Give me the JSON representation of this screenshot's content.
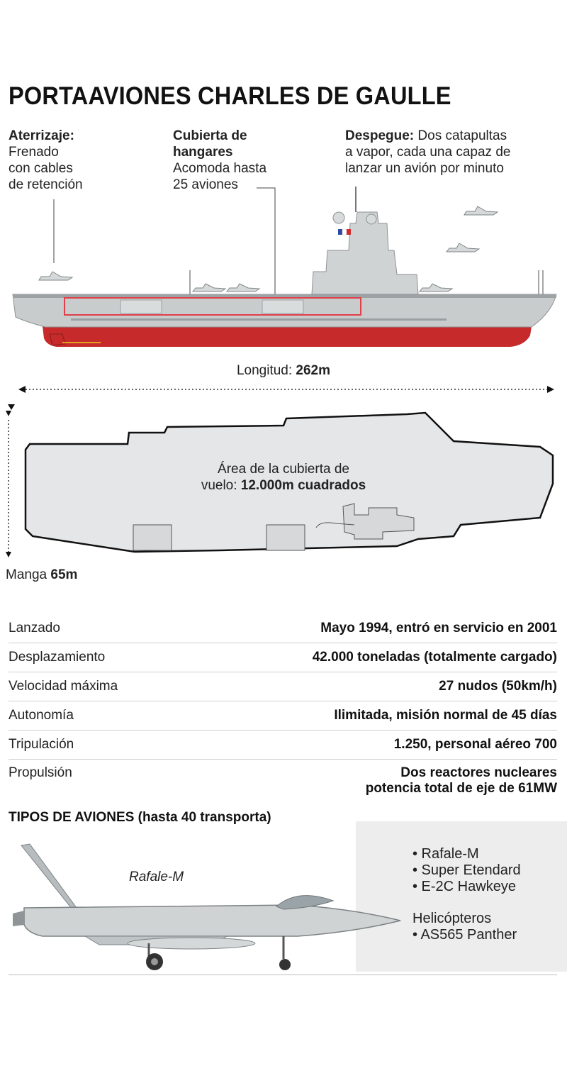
{
  "title": "PORTAAVIONES CHARLES DE GAULLE",
  "callouts": {
    "landing": {
      "heading": "Aterrizaje:",
      "text": [
        "Frenado",
        "con cables",
        "de retención"
      ]
    },
    "hangar": {
      "heading": [
        "Cubierta de",
        "hangares"
      ],
      "text": [
        "Acomoda hasta",
        "25 aviones"
      ]
    },
    "takeoff": {
      "heading": "Despegue:",
      "text": [
        "Dos catapultas",
        "a vapor, cada una capaz de",
        "lanzar un avión por minuto"
      ]
    }
  },
  "length": {
    "label": "Longitud:",
    "value": "262m"
  },
  "deck_area": {
    "line1": "Área de la cubierta de",
    "line2_prefix": "vuelo:",
    "value": "12.000m cuadrados"
  },
  "beam": {
    "label": "Manga",
    "value": "65m"
  },
  "specs": [
    {
      "label": "Lanzado",
      "value": [
        "Mayo 1994, entró en servicio en 2001"
      ]
    },
    {
      "label": "Desplazamiento",
      "value": [
        "42.000 toneladas (totalmente cargado)"
      ]
    },
    {
      "label": "Velocidad máxima",
      "value": [
        "27 nudos (50km/h)"
      ]
    },
    {
      "label": "Autonomía",
      "value": [
        "Ilimitada, misión normal de 45 días"
      ]
    },
    {
      "label": "Tripulación",
      "value": [
        "1.250, personal aéreo 700"
      ]
    },
    {
      "label": "Propulsión",
      "value": [
        "Dos reactores nucleares",
        "potencia total de eje de 61MW"
      ]
    }
  ],
  "aircraft": {
    "section_title": "TIPOS DE AVIONES (hasta 40 transporta)",
    "illustration_label": "Rafale-M",
    "planes": [
      "• Rafale-M",
      "• Super Etendard",
      "• E-2C Hawkeye"
    ],
    "helicopters_heading": "Helicópteros",
    "helicopters": [
      "• AS565 Panther"
    ]
  },
  "colors": {
    "hull_red": "#c62a2a",
    "hull_grey": "#c8cccd",
    "deck_fill": "#e4e6e8",
    "highlight": "#e0404a"
  }
}
